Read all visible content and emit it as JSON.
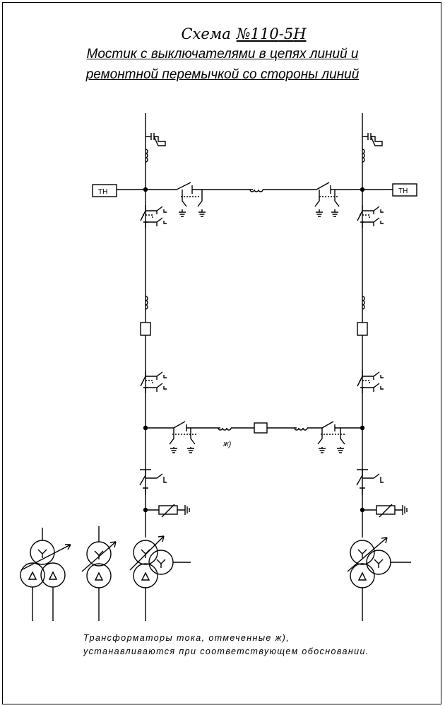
{
  "title": {
    "scheme_word": "Схема",
    "scheme_number": "№110",
    "scheme_suffix_1": "-5",
    "scheme_suffix_2": "Н",
    "line1": "Мостик с выключателями в цепях линий и",
    "line2": "ремонтной перемычкой со стороны линий"
  },
  "labels": {
    "vt_left": "ТН",
    "vt_right": "ТН",
    "ct_mark": "ж)"
  },
  "note": {
    "line1": "Трансформаторы тока, отмеченные ж),",
    "line2": "устанавливаются при соответствующем обосновании."
  }
}
